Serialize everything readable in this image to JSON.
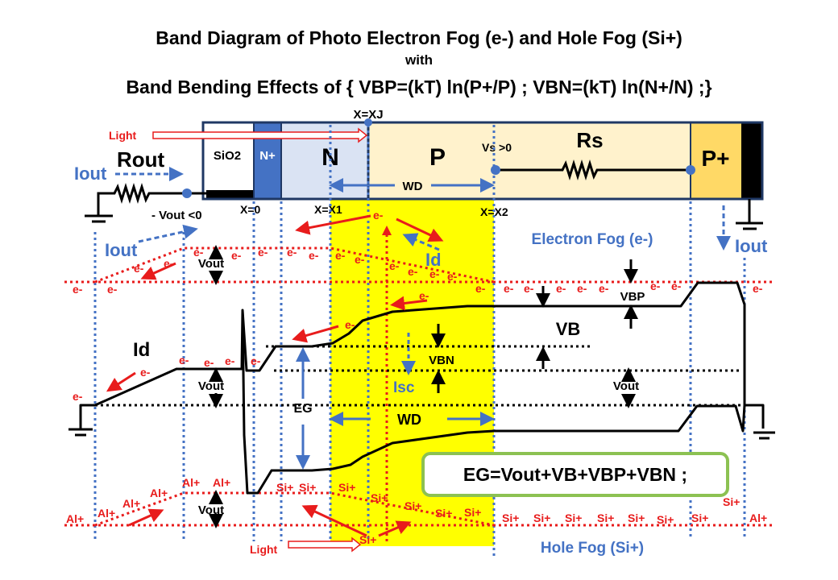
{
  "title": {
    "line1": "Band Diagram of Photo Electron Fog (e-) and Hole Fog (Si+)",
    "line2": "with",
    "line3": "Band Bending Effects of { VBP=(kT) ln(P+/P) ; VBN=(kT) ln(N+/N) ;}"
  },
  "device": {
    "sio2": "SiO2",
    "nplus": "N+",
    "n": "N",
    "p": "P",
    "pplus": "P+",
    "x_xj": "X=XJ",
    "x0": "X=0",
    "x1": "X=X1",
    "x2": "X=X2",
    "vs": "Vs >0",
    "rs": "Rs",
    "wd": "WD",
    "light": "Light",
    "rout": "Rout",
    "iout": "Iout",
    "vout_neg": "- Vout <0"
  },
  "labels": {
    "iout_left": "Iout",
    "id_arrow": "Id",
    "id_band": "Id",
    "isc": "Isc",
    "eg": "EG",
    "wd_band": "WD",
    "vb": "VB",
    "vbn": "VBN",
    "vbp": "VBP",
    "vout": "Vout",
    "electron_fog": "Electron Fog (e-)",
    "hole_fog": "Hole Fog (Si+)",
    "iout_right": "Iout",
    "light_bottom": "Light",
    "formula": "EG=Vout+VB+VBP+VBN ;"
  },
  "carriers": {
    "electron": "e-",
    "hole_si": "Si+",
    "hole_al": "Al+"
  },
  "colors": {
    "yellow": "#ffff00",
    "red": "#e81c1c",
    "blue": "#4472c4",
    "green_box": "#8cc152"
  }
}
